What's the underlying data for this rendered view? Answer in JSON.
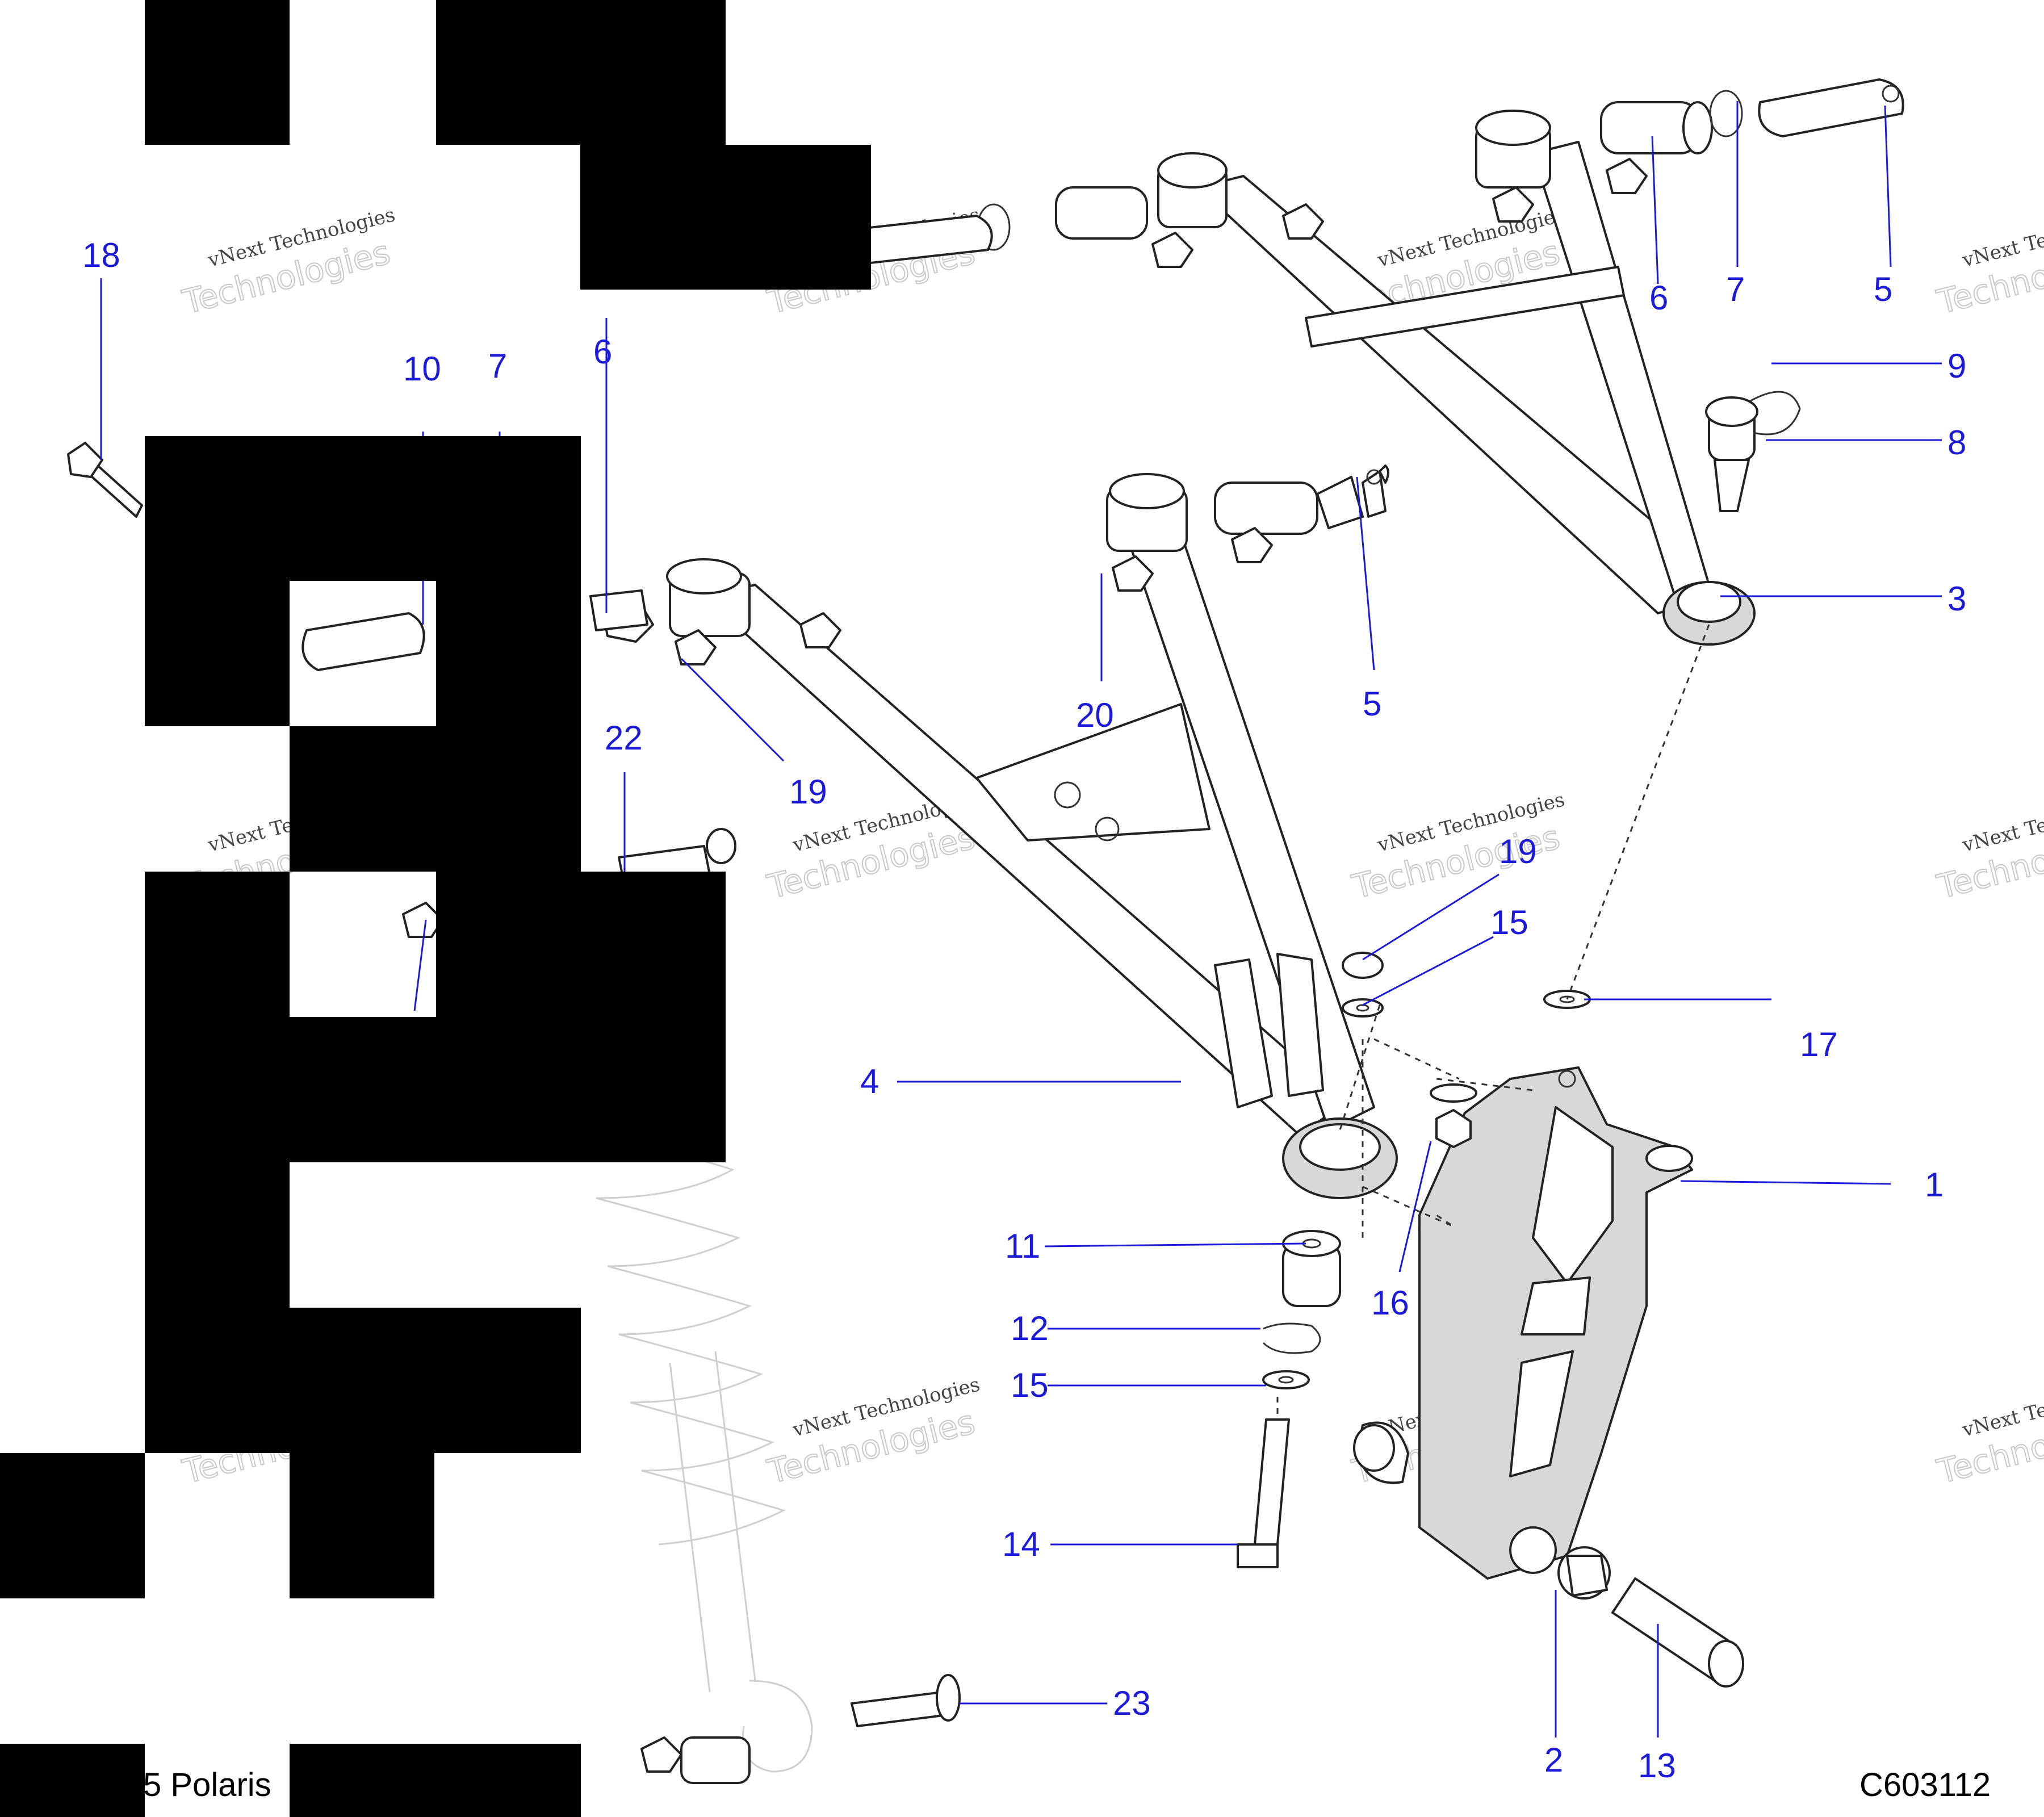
{
  "callouts": [
    {
      "id": "c1",
      "text": "1"
    },
    {
      "id": "c2",
      "text": "2"
    },
    {
      "id": "c3",
      "text": "3"
    },
    {
      "id": "c4",
      "text": "4"
    },
    {
      "id": "c5a",
      "text": "5"
    },
    {
      "id": "c5b",
      "text": "5"
    },
    {
      "id": "c6a",
      "text": "6"
    },
    {
      "id": "c6b",
      "text": "6"
    },
    {
      "id": "c7a",
      "text": "7"
    },
    {
      "id": "c7b",
      "text": "7"
    },
    {
      "id": "c8",
      "text": "8"
    },
    {
      "id": "c9",
      "text": "9"
    },
    {
      "id": "c10",
      "text": "10"
    },
    {
      "id": "c11",
      "text": "11"
    },
    {
      "id": "c12",
      "text": "12"
    },
    {
      "id": "c13",
      "text": "13"
    },
    {
      "id": "c14",
      "text": "14"
    },
    {
      "id": "c15a",
      "text": "15"
    },
    {
      "id": "c15b",
      "text": "15"
    },
    {
      "id": "c16",
      "text": "16"
    },
    {
      "id": "c17",
      "text": "17"
    },
    {
      "id": "c18",
      "text": "18"
    },
    {
      "id": "c19a",
      "text": "19"
    },
    {
      "id": "c19b",
      "text": "19"
    },
    {
      "id": "c20",
      "text": "20"
    },
    {
      "id": "c22",
      "text": "22"
    },
    {
      "id": "c23",
      "text": "23"
    }
  ],
  "watermark": {
    "company": "vNext Technologies",
    "word": "Technologies"
  },
  "footer": {
    "copyright": "5 Polaris",
    "drawing_code": "C603112"
  },
  "colors": {
    "callout": "#1a1ad8",
    "line": "#222222",
    "redaction": "#000000"
  }
}
